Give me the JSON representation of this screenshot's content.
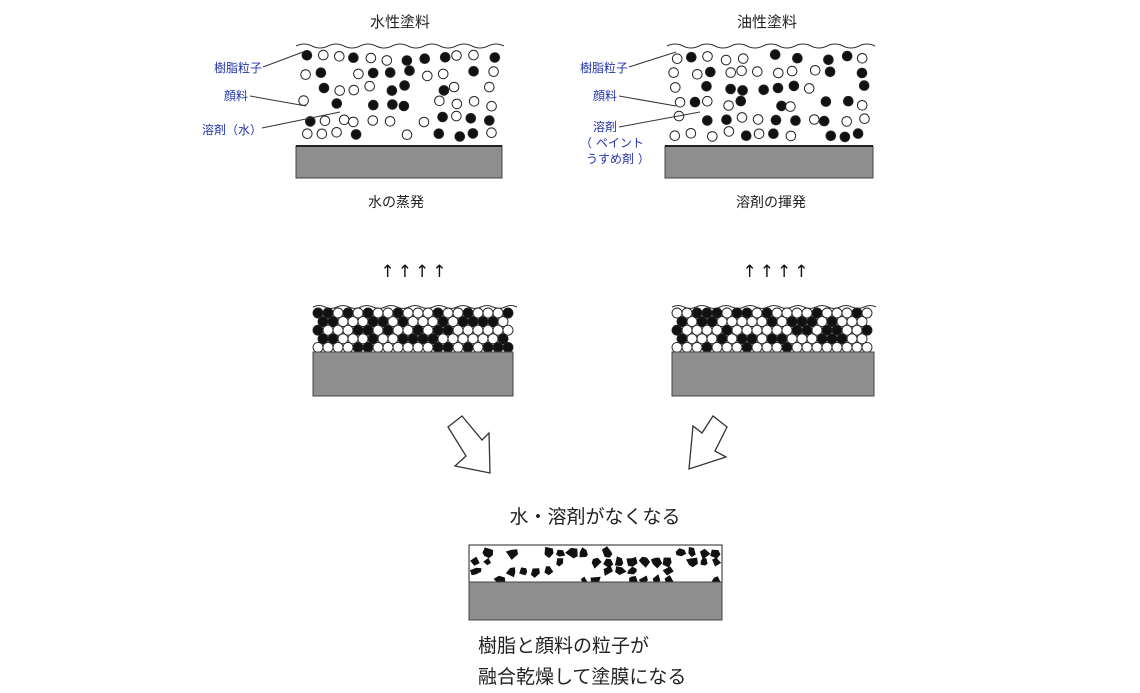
{
  "panels": {
    "water": {
      "title": "水性塗料",
      "labels": {
        "resin": "樹脂粒子",
        "pigment": "顔料",
        "solvent": "溶剤（水）"
      },
      "evaporation": "水の蒸発",
      "arrows": "↑↑↑↑"
    },
    "oil": {
      "title": "油性塗料",
      "labels": {
        "resin": "樹脂粒子",
        "pigment": "顔料",
        "solvent": "溶剤",
        "solvent_sub1": "（ ペイント",
        "solvent_sub2": "うすめ剤 ）"
      },
      "evaporation": "溶剤の揮発",
      "arrows": "↑↑↑↑"
    }
  },
  "merge": {
    "caption": "水・溶剤がなくなる",
    "result_line1": "樹脂と顔料の粒子が",
    "result_line2": "融合乾燥して塗膜になる"
  },
  "colors": {
    "substrate": "#8e8e8e",
    "pigment": "#111111",
    "resin": "#ffffff",
    "label": "#2233aa"
  }
}
